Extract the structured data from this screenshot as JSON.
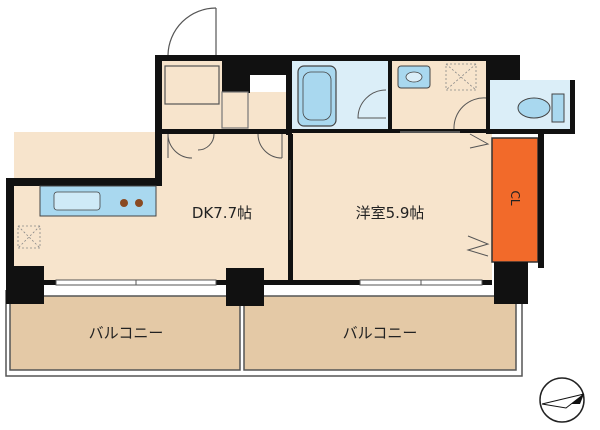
{
  "rooms": {
    "dk": "DK7.7帖",
    "western": "洋室5.9帖",
    "closet": "CL",
    "balcony_left": "バルコニー",
    "balcony_right": "バルコニー"
  },
  "colors": {
    "floor": "#f7e4cc",
    "balcony": "#e4c9a6",
    "wall": "#111111",
    "wet_area": "#dbeef8",
    "fixture_blue": "#a9d8ef",
    "closet": "#f26a2a",
    "stove_knob": "#8a4a22"
  },
  "icons": {
    "compass": "compass-icon",
    "ventilation": "vent-x-icon"
  }
}
